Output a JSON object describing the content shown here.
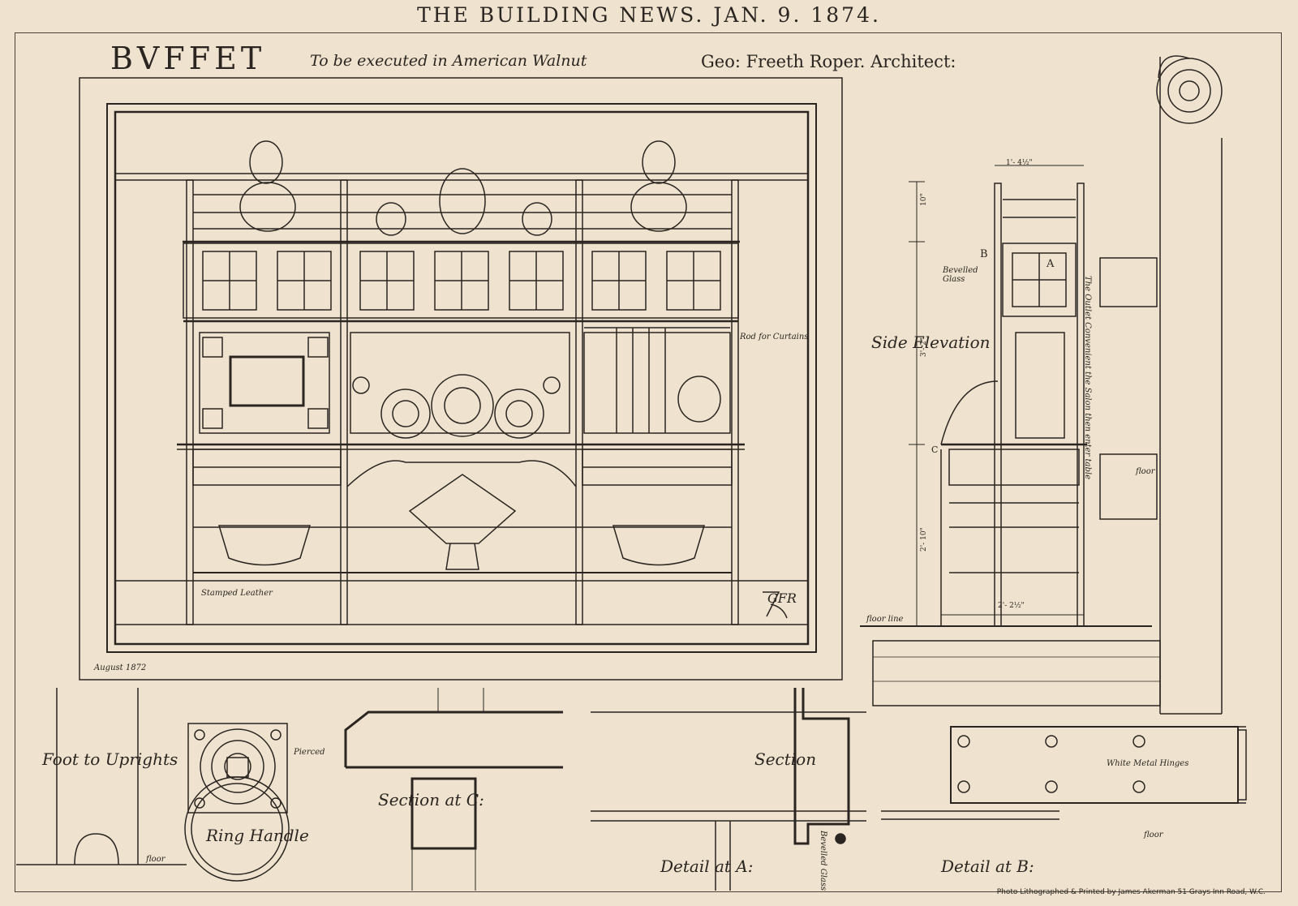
{
  "header": {
    "masthead": "THE BUILDING NEWS. JAN. 9. 1874.",
    "title": "BVFFET",
    "subtitle": "To be executed in American Walnut",
    "architect": "Geo: Freeth Roper. Architect:"
  },
  "labels": {
    "side_elevation": "Side Elevation",
    "foot_to_uprights": "Foot to Uprights",
    "ring_handle": "Ring Handle",
    "pierced": "Pierced",
    "section_at_c": "Section at C:",
    "section": "Section",
    "detail_at_a": "Detail at A:",
    "detail_at_b": "Detail at B:",
    "rod_for_curtains": "Rod for Curtains",
    "stamped_leather": "Stamped Leather",
    "bevelled_glass": "Bevelled Glass",
    "bevelled_glass_b": "Bevelled Glass",
    "white_metal_hinges": "White Metal Hinges",
    "floor_line": "floor line",
    "floor": "floor",
    "floor_b": "floor",
    "floor_c": "floor",
    "note_vertical": "The Outlet Convenient the Salon then enter table",
    "date_note": "August 1872",
    "monogram": "GFR"
  },
  "dimensions": {
    "top_width": "1'- 4½\"",
    "bottom_width": "2'- 2½\"",
    "d1": "10\"",
    "d2": "3'- 2\"",
    "d3": "2'- 10\""
  },
  "markers": {
    "a": "A",
    "b": "B",
    "c": "C"
  },
  "footer": {
    "printer": "Photo Lithographed & Printed by James Akerman 51 Grays Inn Road, W.C."
  },
  "colors": {
    "paper": "#efe3cf",
    "ink": "#2a2520"
  }
}
